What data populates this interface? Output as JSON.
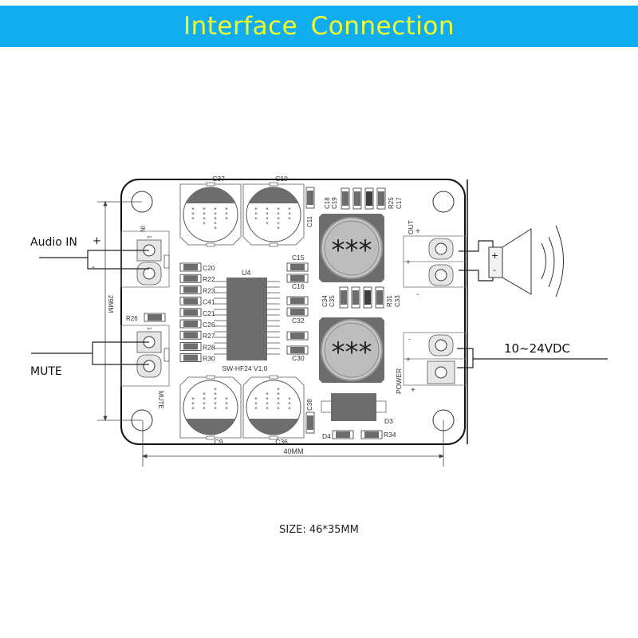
{
  "banner": {
    "title": "Interface Connection"
  },
  "colors": {
    "banner_bg": "#12adf0",
    "banner_text": "#f2ff2a",
    "component_fill": "#6d6d6d",
    "board_outline": "#111111"
  },
  "external_labels": {
    "audio_in": "Audio IN",
    "audio_plus": "+",
    "audio_minus": "-",
    "mute": "MUTE",
    "power_supply": "10~24VDC",
    "speaker_plus": "+",
    "speaker_minus": "-"
  },
  "dimensions": {
    "width_label": "40MM",
    "height_label": "29MM"
  },
  "board": {
    "version": "SW-HF24 V1.0",
    "ic": "U4",
    "connectors": {
      "in": {
        "label": "IN",
        "pin1": "1"
      },
      "mute": {
        "label": "MUTE",
        "pin1": "1"
      },
      "out": {
        "label": "OUT",
        "plus": "+",
        "minus": "-"
      },
      "power": {
        "label": "POWER",
        "plus": "+",
        "minus": "-"
      }
    },
    "capacitors_top": [
      "C37",
      "C10"
    ],
    "capacitors_bottom": [
      "C9",
      "C36"
    ],
    "inductor_marking": "***",
    "left_column": [
      "C20",
      "R22",
      "R23",
      "C41",
      "C21",
      "C26",
      "R27",
      "R28",
      "R30"
    ],
    "right_column_labels": [
      "C15",
      "C16",
      "C32",
      "C30"
    ],
    "top_smd": [
      "C18",
      "C19",
      "R25",
      "C17"
    ],
    "mid_smd": [
      "C34",
      "C35",
      "R31",
      "C33"
    ],
    "singles": {
      "c11": "C11",
      "c38": "C38",
      "r26": "R26",
      "d3": "D3",
      "d4": "D4",
      "r34": "R34"
    }
  },
  "footer": {
    "size": "SIZE: 46*35MM"
  }
}
